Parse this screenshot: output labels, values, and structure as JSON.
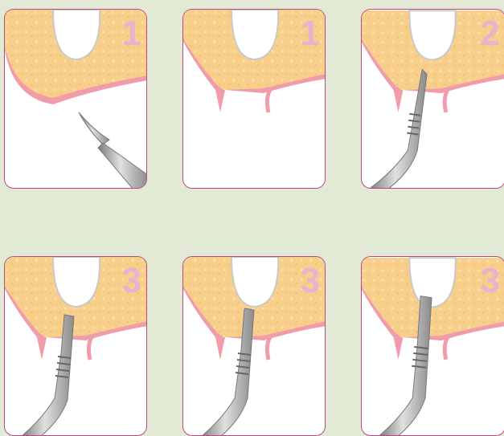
{
  "colors": {
    "background": "#e2ead6",
    "bone": "#f7cf8a",
    "gingiva": "#f09cab",
    "border": "#b64b80",
    "step_number": "#e6b4cf",
    "instrument": "#9c9c9c"
  },
  "panels": [
    {
      "step": "1",
      "instrument": "scalpel-icon"
    },
    {
      "step": "1",
      "instrument": "none"
    },
    {
      "step": "2",
      "instrument": "elevator-icon"
    },
    {
      "step": "3",
      "instrument": "elevator-icon"
    },
    {
      "step": "3",
      "instrument": "elevator-icon"
    },
    {
      "step": "3",
      "instrument": "elevator-icon"
    }
  ]
}
